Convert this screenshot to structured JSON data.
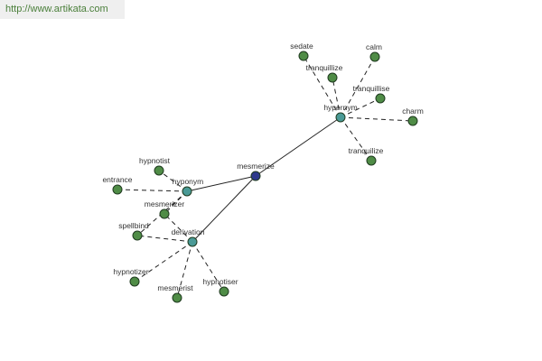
{
  "banner": {
    "url": "http://www.artikata.com"
  },
  "colors": {
    "root": "#2e3a8c",
    "relation": "#4a9a96",
    "leaf": "#4f8c46",
    "edge": "#222222"
  },
  "nodes": [
    {
      "id": "mesmerize",
      "label": "mesmerize",
      "kind": "root"
    },
    {
      "id": "hypernym",
      "label": "hypernym",
      "kind": "relation"
    },
    {
      "id": "hyponym",
      "label": "hyponym",
      "kind": "relation"
    },
    {
      "id": "derivation",
      "label": "derivation",
      "kind": "relation"
    },
    {
      "id": "sedate",
      "label": "sedate",
      "kind": "leaf"
    },
    {
      "id": "calm",
      "label": "calm",
      "kind": "leaf"
    },
    {
      "id": "tranquillize",
      "label": "tranquillize",
      "kind": "leaf"
    },
    {
      "id": "tranquillise",
      "label": "tranquillise",
      "kind": "leaf"
    },
    {
      "id": "charm",
      "label": "charm",
      "kind": "leaf"
    },
    {
      "id": "tranquilize",
      "label": "tranquilize",
      "kind": "leaf"
    },
    {
      "id": "hypnotist",
      "label": "hypnotist",
      "kind": "leaf"
    },
    {
      "id": "entrance",
      "label": "entrance",
      "kind": "leaf"
    },
    {
      "id": "mesmerizer",
      "label": "mesmerizer",
      "kind": "leaf"
    },
    {
      "id": "spellbind",
      "label": "spellbind",
      "kind": "leaf"
    },
    {
      "id": "hypnotizer",
      "label": "hypnotizer",
      "kind": "leaf"
    },
    {
      "id": "mesmerist",
      "label": "mesmerist",
      "kind": "leaf"
    },
    {
      "id": "hypnotiser",
      "label": "hypnotiser",
      "kind": "leaf"
    }
  ],
  "edges": [
    {
      "from": "mesmerize",
      "to": "hypernym",
      "style": "solid"
    },
    {
      "from": "mesmerize",
      "to": "hyponym",
      "style": "solid"
    },
    {
      "from": "mesmerize",
      "to": "derivation",
      "style": "solid"
    },
    {
      "from": "hypernym",
      "to": "sedate",
      "style": "dashed"
    },
    {
      "from": "hypernym",
      "to": "calm",
      "style": "dashed"
    },
    {
      "from": "hypernym",
      "to": "tranquillize",
      "style": "dashed"
    },
    {
      "from": "hypernym",
      "to": "tranquillise",
      "style": "dashed"
    },
    {
      "from": "hypernym",
      "to": "charm",
      "style": "dashed"
    },
    {
      "from": "hypernym",
      "to": "tranquilize",
      "style": "dashed"
    },
    {
      "from": "hyponym",
      "to": "hypnotist",
      "style": "dashed"
    },
    {
      "from": "hyponym",
      "to": "entrance",
      "style": "dashed"
    },
    {
      "from": "hyponym",
      "to": "mesmerizer",
      "style": "dashed"
    },
    {
      "from": "hyponym",
      "to": "spellbind",
      "style": "dashed"
    },
    {
      "from": "derivation",
      "to": "hypnotizer",
      "style": "dashed"
    },
    {
      "from": "derivation",
      "to": "mesmerist",
      "style": "dashed"
    },
    {
      "from": "derivation",
      "to": "hypnotiser",
      "style": "dashed"
    },
    {
      "from": "derivation",
      "to": "mesmerizer",
      "style": "dashed"
    },
    {
      "from": "derivation",
      "to": "spellbind",
      "style": "dashed"
    }
  ]
}
